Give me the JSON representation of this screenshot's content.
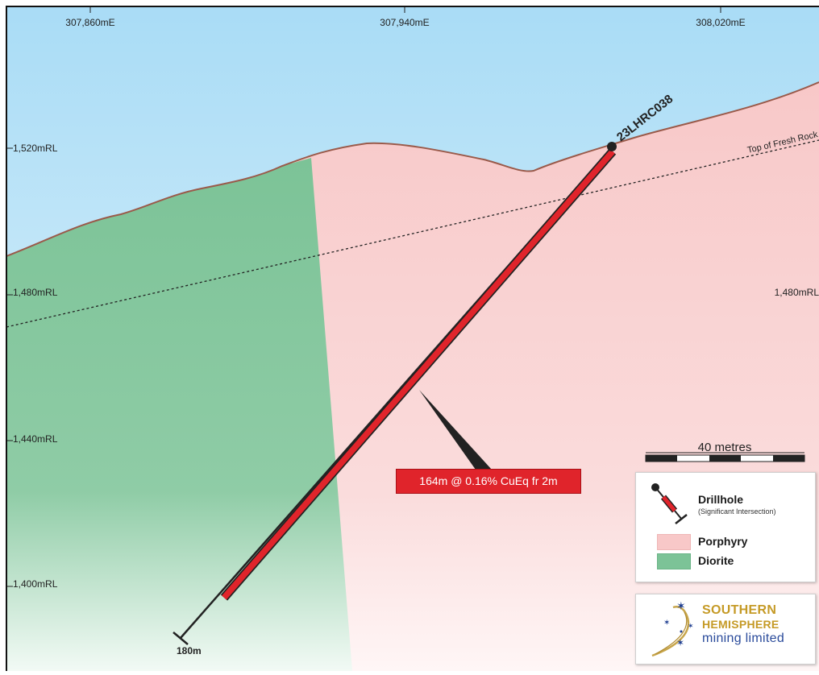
{
  "grid": {
    "eastings": [
      "307,860mE",
      "307,940mE",
      "308,020mE"
    ],
    "rl_left": [
      "1,520mRL",
      "1,480mRL",
      "1,440mRL",
      "1,400mRL"
    ],
    "rl_right": [
      "1,480mRL"
    ]
  },
  "drillhole": {
    "id": "23LHRC038",
    "depth_label": "180m",
    "intercept": "164m @ 0.16% CuEq fr 2m"
  },
  "annotations": {
    "fresh_rock": "Top of Fresh Rock"
  },
  "scale_bar": {
    "label": "40 metres"
  },
  "legend": {
    "drillhole_title": "Drillhole",
    "drillhole_sub": "(Significant Intersection)",
    "items": [
      {
        "label": "Porphyry",
        "color": "#f8c8c8"
      },
      {
        "label": "Diorite",
        "color": "#7cc397"
      }
    ]
  },
  "logo": {
    "line1": "SOUTHERN",
    "line2": "HEMISPHERE",
    "line3": "mining limited"
  },
  "colors": {
    "sky": "#c4e6f7",
    "porphyry": "#f8c8c8",
    "diorite": "#7cc397",
    "drill_red": "#e0242b",
    "topo": "#9a5a4a"
  }
}
